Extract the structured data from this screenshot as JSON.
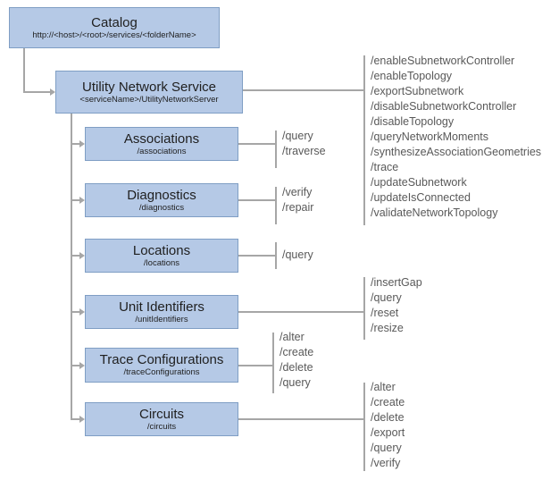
{
  "catalog": {
    "title": "Catalog",
    "subtitle": "http://<host>/<root>/services/<folderName>"
  },
  "service": {
    "title": "Utility Network Service",
    "subtitle": "<serviceName>/UtilityNetworkServer",
    "operations": [
      "/enableSubnetworkController",
      "/enableTopology",
      "/exportSubnetwork",
      "/disableSubnetworkController",
      "/disableTopology",
      "/queryNetworkMoments",
      "/synthesizeAssociationGeometries",
      "/trace",
      "/updateSubnetwork",
      "/updateIsConnected",
      "/validateNetworkTopology"
    ]
  },
  "children": [
    {
      "title": "Associations",
      "subtitle": "/associations",
      "operations": [
        "/query",
        "/traverse"
      ]
    },
    {
      "title": "Diagnostics",
      "subtitle": "/diagnostics",
      "operations": [
        "/verify",
        "/repair"
      ]
    },
    {
      "title": "Locations",
      "subtitle": "/locations",
      "operations": [
        "/query"
      ]
    },
    {
      "title": "Unit Identifiers",
      "subtitle": "/unitIdentifiers",
      "operations": [
        "/insertGap",
        "/query",
        "/reset",
        "/resize"
      ]
    },
    {
      "title": "Trace Configurations",
      "subtitle": "/traceConfigurations",
      "operations": [
        "/alter",
        "/create",
        "/delete",
        "/query"
      ]
    },
    {
      "title": "Circuits",
      "subtitle": "/circuits",
      "operations": [
        "/alter",
        "/create",
        "/delete",
        "/export",
        "/query",
        "/verify"
      ]
    }
  ],
  "colors": {
    "box_fill": "#b5c9e6",
    "box_border": "#7f9ec4",
    "line": "#a6a6a6",
    "operation_text": "#595959"
  }
}
